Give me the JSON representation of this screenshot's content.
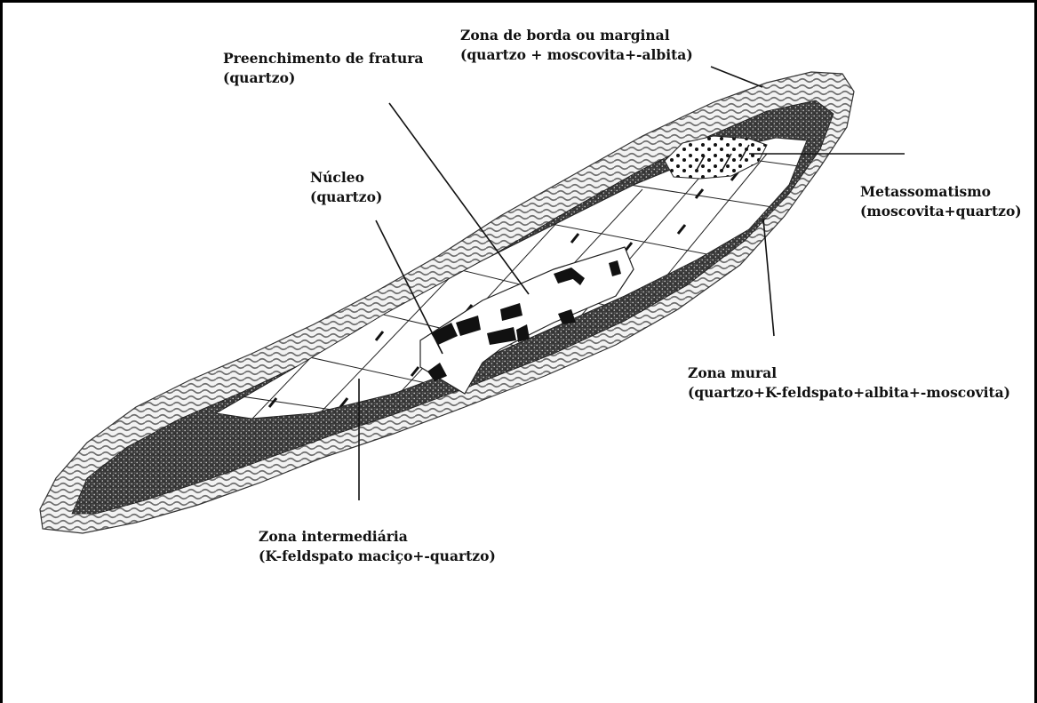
{
  "diagram": {
    "labels": {
      "zona_borda": {
        "line1": "Zona de borda ou marginal",
        "line2": "(quartzo + moscovita+-albita)"
      },
      "preenchimento": {
        "line1": "Preenchimento de fratura",
        "line2": "(quartzo)"
      },
      "nucleo": {
        "line1": "Núcleo",
        "line2": "(quartzo)"
      },
      "metassomatismo": {
        "line1": "Metassomatismo",
        "line2": "(moscovita+quartzo)"
      },
      "zona_mural": {
        "line1": "Zona mural",
        "line2": "(quartzo+K-feldspato+albita+-moscovita)"
      },
      "zona_intermediaria": {
        "line1": "Zona intermediária",
        "line2": "(K-feldspato maciço+-quartzo)"
      }
    },
    "colors": {
      "ink": "#111111",
      "border_zone": "#8a8a8a",
      "wall_zone": "#2a2a2a",
      "inner": "#ffffff"
    }
  }
}
